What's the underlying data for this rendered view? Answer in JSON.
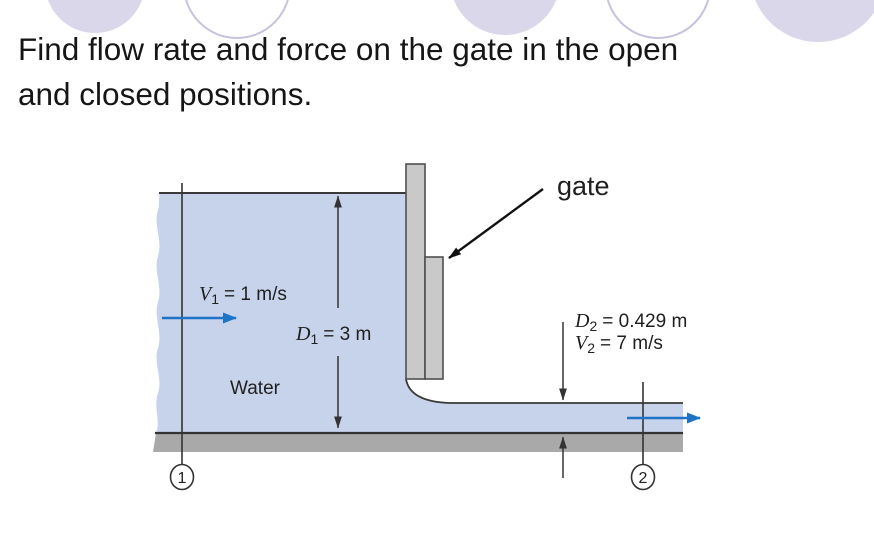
{
  "slide": {
    "title_line1": "Find flow rate and force on the gate in the open",
    "title_line2": "and closed positions."
  },
  "diagram": {
    "gate_label": "gate",
    "water_label": "Water",
    "v1": {
      "var": "V",
      "sub": "1",
      "value": "= 1 m/s"
    },
    "d1": {
      "var": "D",
      "sub": "1",
      "value": "= 3 m"
    },
    "d2": {
      "var": "D",
      "sub": "2",
      "value": "= 0.429 m"
    },
    "v2": {
      "var": "V",
      "sub": "2",
      "value": "= 7 m/s"
    },
    "station1": "1",
    "station2": "2"
  },
  "colors": {
    "water": "#c7d3eb",
    "ground": "#a9a9a9",
    "gate_fill": "#c9c9c9",
    "gate_stroke": "#4f4f4f",
    "flow_arrow": "#1e73c4",
    "decor_fill": "#dad7ea",
    "decor_stroke": "#c7c2de",
    "line": "#333333"
  }
}
